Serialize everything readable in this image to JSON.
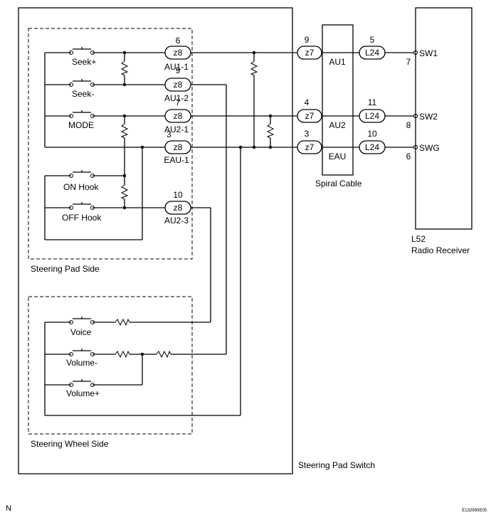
{
  "footer": {
    "left_mark": "N",
    "figure_code": "E132990E05"
  },
  "blocks": {
    "steering_pad_side": "Steering Pad Side",
    "steering_wheel_side": "Steering Wheel Side",
    "steering_pad_switch": "Steering Pad Switch",
    "spiral_cable": "Spiral Cable",
    "radio_receiver_code": "L52",
    "radio_receiver": "Radio Receiver"
  },
  "switches": {
    "seek_plus": "Seek+",
    "seek_minus": "Seek-",
    "mode": "MODE",
    "on_hook": "ON Hook",
    "off_hook": "OFF Hook",
    "voice": "Voice",
    "volume_minus": "Volume-",
    "volume_plus": "Volume+"
  },
  "pad_connectors": [
    {
      "code": "z8",
      "pin": "6",
      "terminal": "AU1-1"
    },
    {
      "code": "z8",
      "pin": "9",
      "terminal": "AU1-2"
    },
    {
      "code": "z8",
      "pin": "7",
      "terminal": "AU2-1"
    },
    {
      "code": "z8",
      "pin": "3",
      "terminal": "EAU-1"
    },
    {
      "code": "z8",
      "pin": "10",
      "terminal": "AU2-3"
    }
  ],
  "spiral_connectors": [
    {
      "code": "z7",
      "pin": "9"
    },
    {
      "code": "z7",
      "pin": "4"
    },
    {
      "code": "z7",
      "pin": "3"
    }
  ],
  "spiral_terminals": {
    "t1": "AU1",
    "t2": "AU2",
    "t3": "EAU"
  },
  "radio_connectors": [
    {
      "code": "L24",
      "pin": "5"
    },
    {
      "code": "L24",
      "pin": "11"
    },
    {
      "code": "L24",
      "pin": "10"
    }
  ],
  "radio_terminals": [
    {
      "name": "SW1",
      "pin": "7"
    },
    {
      "name": "SW2",
      "pin": "8"
    },
    {
      "name": "SWG",
      "pin": "6"
    }
  ]
}
